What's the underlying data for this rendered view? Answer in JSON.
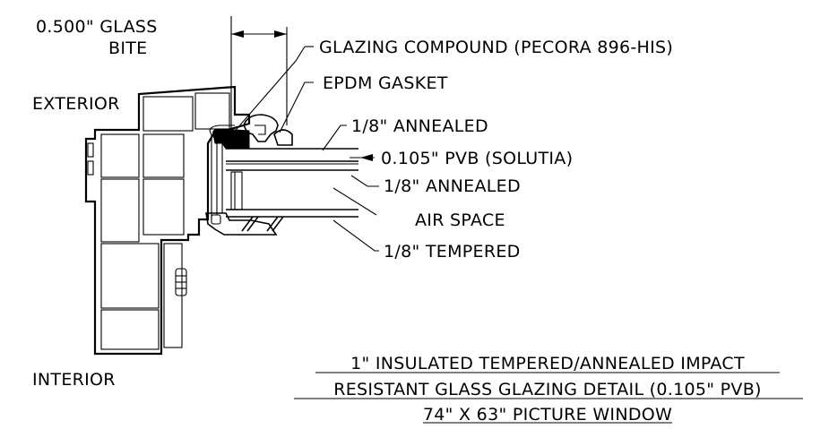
{
  "labels": {
    "glass_bite_line1": "0.500\" GLASS",
    "glass_bite_line2": "BITE",
    "glazing_compound": "GLAZING COMPOUND (PECORA 896-HIS)",
    "epdm_gasket": "EPDM GASKET",
    "exterior": "EXTERIOR",
    "annealed_top": "1/8\" ANNEALED",
    "pvb": "0.105\" PVB (SOLUTIA)",
    "annealed_mid": "1/8\" ANNEALED",
    "air_space": "AIR SPACE",
    "tempered": "1/8\" TEMPERED",
    "interior": "INTERIOR"
  },
  "title": {
    "line1": "1\" INSULATED TEMPERED/ANNEALED IMPACT",
    "line2": "RESISTANT GLASS GLAZING DETAIL (0.105\" PVB)",
    "line3": "74\" X 63\" PICTURE WINDOW"
  }
}
